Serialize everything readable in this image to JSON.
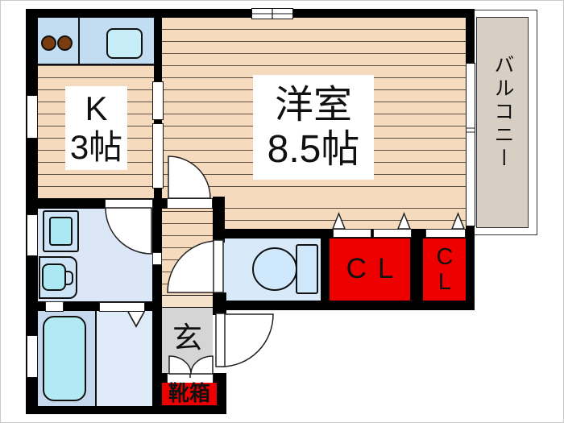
{
  "plan_title": "1K apartment floor plan",
  "rooms": {
    "kitchen": {
      "line1": "K",
      "line2": "3帖"
    },
    "western_room": {
      "line1": "洋室",
      "line2": "8.5帖"
    },
    "balcony": {
      "label": "バルコニー"
    },
    "entrance": {
      "label": "玄"
    },
    "shoe_box": {
      "label": "靴箱"
    },
    "closet_main": {
      "label": "CL"
    },
    "closet_sub": {
      "line1": "C",
      "line2": "L"
    }
  },
  "fixtures": [
    "stove-burners",
    "kitchen-sink",
    "sliding-door",
    "casement-windows",
    "washing-machine-pan",
    "vanity-basin",
    "toilet",
    "bathtub",
    "swing-doors",
    "folding-doors",
    "entrance-door",
    "shoe-box-doors"
  ],
  "colors": {
    "wall": "#000000",
    "wood_floor": "#f5dabd",
    "wood_line": "#5d4f44",
    "wet_area_blue": "#dbe7f6",
    "fixture_cyan": "#ace8f3",
    "counter_blue": "#c2ddf2",
    "closet_red": "#ee0000",
    "genkan_gray": "#d5d5d5",
    "balcony_beige": "#d7cec4",
    "burner_brown": "#7b3c10"
  }
}
